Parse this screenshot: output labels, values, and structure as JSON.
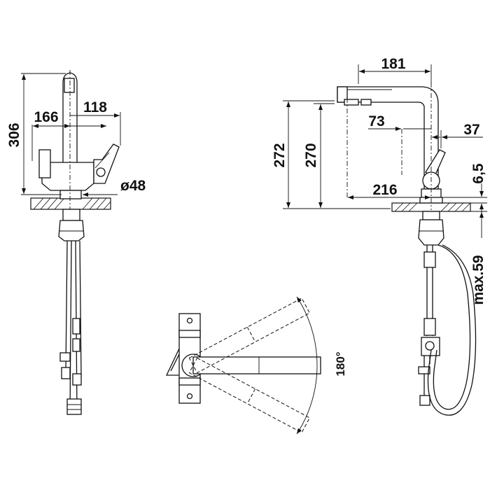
{
  "left_view": {
    "dim_height": "306",
    "dim_width_a": "166",
    "dim_width_b": "118",
    "dim_diameter": "ø48"
  },
  "right_view": {
    "dim_reach": "181",
    "dim_spout_height": "272",
    "dim_outlet_height": "270",
    "dim_lever_offset": "73",
    "dim_lever_width": "37",
    "dim_base_offset": "216",
    "dim_base_height": "6,5",
    "dim_deck_thickness": "max.59"
  },
  "top_view": {
    "dim_swivel": "180°"
  }
}
